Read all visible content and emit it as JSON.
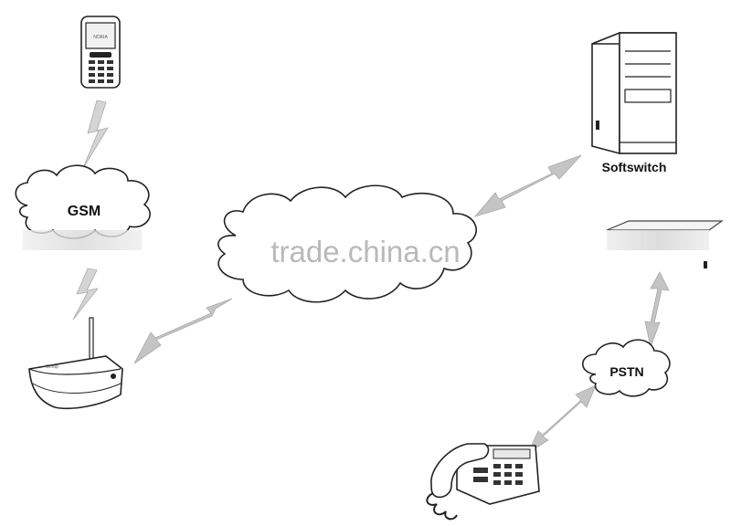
{
  "labels": {
    "gsm": "GSM",
    "softswitch": "Softswitch",
    "pstn": "PSTN",
    "watermark": "trade.china.cn"
  },
  "icons": [
    "mobile-phone-icon",
    "gsm-gateway-icon",
    "softswitch-server-icon",
    "gateway-device-icon",
    "desk-phone-icon"
  ],
  "colors": {
    "line": "#222222",
    "arrow": "#c4c4c4",
    "watermark": "#b9b9b9"
  }
}
